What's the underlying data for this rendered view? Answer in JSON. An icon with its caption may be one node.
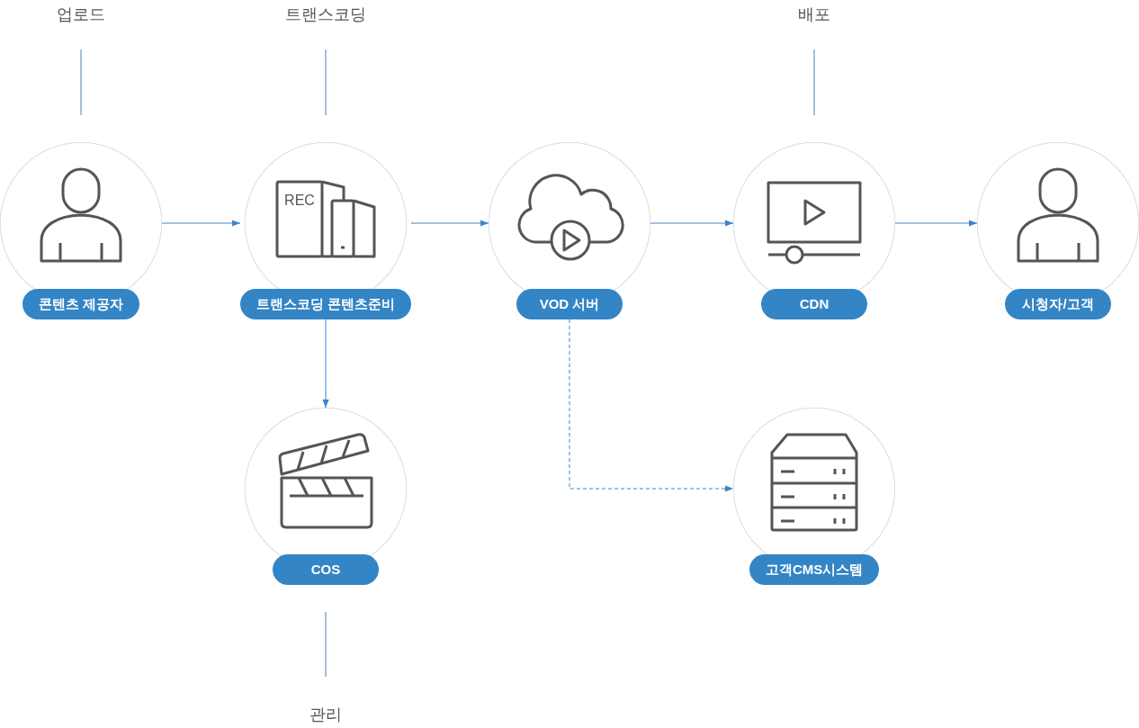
{
  "diagram": {
    "nodes": [
      {
        "text": [
          "콘텐츠 제공자"
        ]
      },
      {
        "text": [
          "트랜스코딩 콘텐츠준비"
        ]
      },
      {
        "text": [
          "VOD 서버"
        ]
      },
      {
        "text": [
          "CDN"
        ]
      },
      {
        "text": [
          "시청자/고객"
        ]
      },
      {
        "text": [
          "COS"
        ]
      },
      {
        "text": [
          "고객CMS시스템"
        ]
      }
    ],
    "edges": [
      {
        "from": 0,
        "to": 1,
        "arrow": "to"
      },
      {
        "from": 1,
        "to": 2,
        "arrow": "to"
      },
      {
        "from": 2,
        "to": 3,
        "arrow": "to"
      },
      {
        "from": 3,
        "to": 4,
        "arrow": "to"
      },
      {
        "from": 1,
        "to": 5,
        "arrow": "to"
      },
      {
        "from": 2,
        "to": 6,
        "arrow": "to",
        "style": "dashed"
      }
    ],
    "labels": [
      "업로드",
      "트랜스코딩",
      "배포",
      "REC",
      "관리"
    ]
  }
}
